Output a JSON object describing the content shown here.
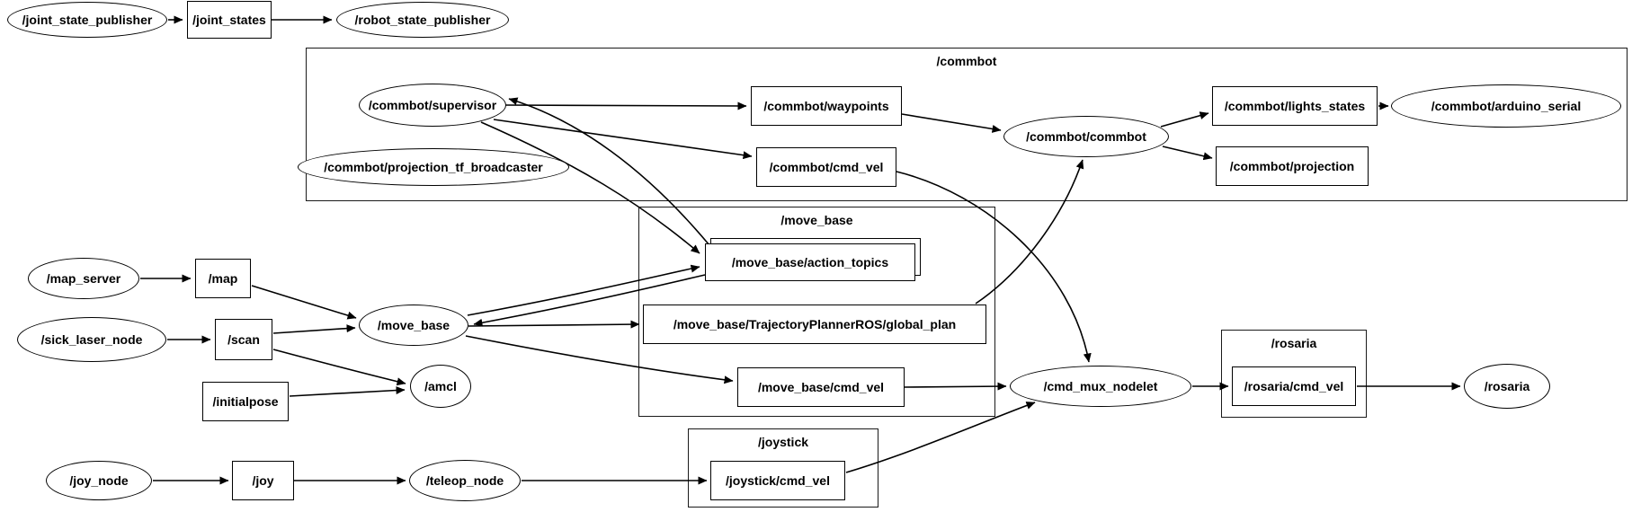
{
  "diagram": {
    "type": "ros-computation-graph",
    "colors": {
      "background": "#ffffff",
      "stroke": "#000000",
      "text": "#000000"
    }
  },
  "groups": {
    "commbot": {
      "label": "/commbot"
    },
    "move_base": {
      "label": "/move_base"
    },
    "joystick": {
      "label": "/joystick"
    },
    "rosaria": {
      "label": "/rosaria"
    }
  },
  "nodes": {
    "joint_state_publisher": {
      "label": "/joint_state_publisher"
    },
    "robot_state_publisher": {
      "label": "/robot_state_publisher"
    },
    "supervisor": {
      "label": "/commbot/supervisor"
    },
    "projection_tf_broadcaster": {
      "label": "/commbot/projection_tf_broadcaster"
    },
    "commbot_commbot": {
      "label": "/commbot/commbot"
    },
    "arduino_serial": {
      "label": "/commbot/arduino_serial"
    },
    "map_server": {
      "label": "/map_server"
    },
    "sick_laser_node": {
      "label": "/sick_laser_node"
    },
    "move_base": {
      "label": "/move_base"
    },
    "amcl": {
      "label": "/amcl"
    },
    "cmd_mux_nodelet": {
      "label": "/cmd_mux_nodelet"
    },
    "joy_node": {
      "label": "/joy_node"
    },
    "teleop_node": {
      "label": "/teleop_node"
    },
    "rosaria": {
      "label": "/rosaria"
    }
  },
  "topics": {
    "joint_states": {
      "label": "/joint_states"
    },
    "map": {
      "label": "/map"
    },
    "scan": {
      "label": "/scan"
    },
    "initialpose": {
      "label": "/initialpose"
    },
    "waypoints": {
      "label": "/commbot/waypoints"
    },
    "commbot_cmd_vel": {
      "label": "/commbot/cmd_vel"
    },
    "lights_states": {
      "label": "/commbot/lights_states"
    },
    "projection": {
      "label": "/commbot/projection"
    },
    "action_topics": {
      "label": "/move_base/action_topics"
    },
    "global_plan": {
      "label": "/move_base/TrajectoryPlannerROS/global_plan"
    },
    "move_base_cmd_vel": {
      "label": "/move_base/cmd_vel"
    },
    "joystick_cmd_vel": {
      "label": "/joystick/cmd_vel"
    },
    "rosaria_cmd_vel": {
      "label": "/rosaria/cmd_vel"
    }
  },
  "edges": [
    {
      "from": "/joint_state_publisher",
      "to": "/joint_states"
    },
    {
      "from": "/joint_states",
      "to": "/robot_state_publisher"
    },
    {
      "from": "/map_server",
      "to": "/map"
    },
    {
      "from": "/map",
      "to": "/move_base"
    },
    {
      "from": "/sick_laser_node",
      "to": "/scan"
    },
    {
      "from": "/scan",
      "to": "/move_base"
    },
    {
      "from": "/scan",
      "to": "/amcl"
    },
    {
      "from": "/initialpose",
      "to": "/amcl"
    },
    {
      "from": "/commbot/supervisor",
      "to": "/commbot/waypoints"
    },
    {
      "from": "/commbot/supervisor",
      "to": "/commbot/cmd_vel"
    },
    {
      "from": "/commbot/supervisor",
      "to": "/move_base/action_topics"
    },
    {
      "from": "/move_base/action_topics",
      "to": "/commbot/supervisor"
    },
    {
      "from": "/move_base",
      "to": "/move_base/action_topics"
    },
    {
      "from": "/move_base/action_topics",
      "to": "/move_base"
    },
    {
      "from": "/move_base",
      "to": "/move_base/TrajectoryPlannerROS/global_plan"
    },
    {
      "from": "/move_base",
      "to": "/move_base/cmd_vel"
    },
    {
      "from": "/move_base/cmd_vel",
      "to": "/cmd_mux_nodelet"
    },
    {
      "from": "/commbot/waypoints",
      "to": "/commbot/commbot"
    },
    {
      "from": "/commbot/cmd_vel",
      "to": "/cmd_mux_nodelet"
    },
    {
      "from": "/move_base/TrajectoryPlannerROS/global_plan",
      "to": "/commbot/commbot"
    },
    {
      "from": "/commbot/commbot",
      "to": "/commbot/lights_states"
    },
    {
      "from": "/commbot/commbot",
      "to": "/commbot/projection"
    },
    {
      "from": "/commbot/lights_states",
      "to": "/commbot/arduino_serial"
    },
    {
      "from": "/cmd_mux_nodelet",
      "to": "/rosaria/cmd_vel"
    },
    {
      "from": "/rosaria/cmd_vel",
      "to": "/rosaria"
    },
    {
      "from": "/joy_node",
      "to": "/joy"
    },
    {
      "from": "/joy",
      "to": "/teleop_node"
    },
    {
      "from": "/teleop_node",
      "to": "/joystick/cmd_vel"
    },
    {
      "from": "/joystick/cmd_vel",
      "to": "/cmd_mux_nodelet"
    }
  ],
  "extra_topics": {
    "joy": {
      "label": "/joy"
    }
  }
}
